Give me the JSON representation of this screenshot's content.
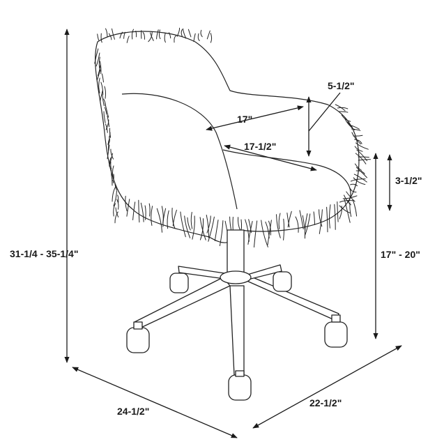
{
  "diagram": {
    "dimensions": {
      "overall_height": "31-1/4 - 35-1/4\"",
      "seat_width_front": "17\"",
      "seat_depth": "17-1/2\"",
      "armrest_height": "5-1/2\"",
      "cushion_thickness": "3-1/2\"",
      "seat_height": "17\" - 20\"",
      "base_width": "24-1/2\"",
      "base_depth": "22-1/2\""
    }
  }
}
